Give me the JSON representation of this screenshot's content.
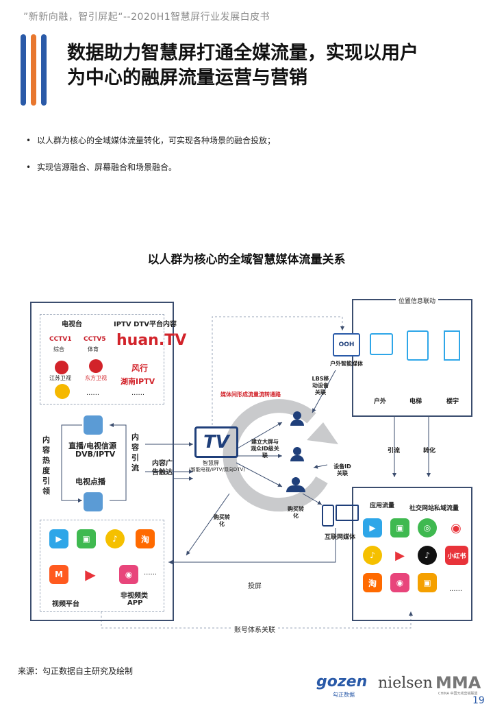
{
  "header": "”新新向融，智引屏起“--2020H1智慧屏行业发展白皮书",
  "title_line1": "数据助力智慧屏打通全媒流量，实现以用户",
  "title_line2": "为中心的融屏流量运营与营销",
  "bullets": [
    "以人群为核心的全域媒体流量转化，可实现各种场景的融合投放；",
    "实现信源融合、屏幕融合和场景融合。"
  ],
  "bullet_marker": "•",
  "chart_title": "以人群为核心的全域智慧媒体流量关系",
  "left": {
    "tv_station": "电视台",
    "iptv": "IPTV DTV平台内容",
    "cctv1": "CCTV1",
    "cctv1_sub": "综合",
    "cctv5": "CCTV5",
    "cctv5_sub": "体育",
    "huan": "huan.TV",
    "jiangsu": "江苏卫视",
    "dongfang": "东方卫视",
    "fengxing": "风行",
    "hunan": "湖南IPTV",
    "more1": "......",
    "more2": "......",
    "heat": "内容热度引领",
    "live": "直播/电视信源",
    "dvb": "DVB/IPTV",
    "vod": "电视点播",
    "content_draw": "内容引流",
    "video_platform": "视频平台",
    "non_video": "非视频类",
    "app": "APP",
    "taobao": "淘",
    "more3": "......"
  },
  "center": {
    "ad_reach": "内容广告触达",
    "tv_label": "TV",
    "smart_screen": "智慧屏",
    "smart_screen_sub": "(智能电视/IPTV/双向DTV)",
    "media_flow": "媒体间形成流量流转通路",
    "build_link": "建立大屏与观众ID级关联",
    "lbs": "LBS移动设备关联",
    "device_id": "设备ID关联",
    "buy_left": "购买转化",
    "buy_right": "购买转化",
    "cast": "投屏",
    "account": "账号体系关联"
  },
  "right": {
    "location": "位置信息联动",
    "ooh": "OOH",
    "outdoor_media": "户外智能媒体",
    "outdoor": "户外",
    "elevator": "电梯",
    "building": "楼宇",
    "draw": "引流",
    "convert": "转化",
    "app_flow": "应用流量",
    "social": "社交网站私域流量",
    "internet_media": "互联网媒体",
    "taobao": "淘",
    "xhs": "小红书",
    "more": "......"
  },
  "source": "来源：勾正数据自主研究及绘制",
  "logos": {
    "gozen": "gozen",
    "gozen_sub": "勾正数据",
    "nielsen": "nielsen",
    "mma": "MMA",
    "mma_sub": "CHINA 中国无线营销联盟"
  },
  "page_number": "19",
  "colors": {
    "bar_blue": "#2a5aa8",
    "bar_orange": "#e8772e",
    "box": "#3b4d6e",
    "red": "#d2232a"
  }
}
